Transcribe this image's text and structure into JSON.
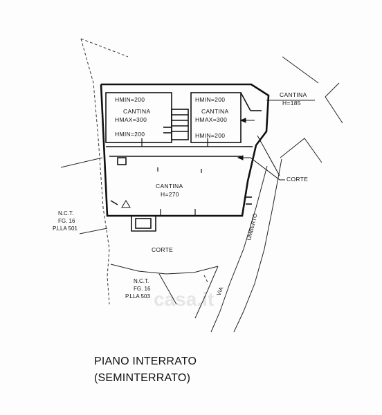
{
  "labels": {
    "hmin_left_top": "HMIN=200",
    "hmin_right_top": "HMIN=200",
    "cantina_left": "CANTINA",
    "hmax_left": "HMAX=300",
    "cantina_right": "CANTINA",
    "hmax_right": "HMAX=300",
    "hmin_left_bottom": "HMIN=200",
    "hmin_right_bottom": "HMIN=200",
    "cantina_ext": "CANTINA",
    "h185": "H=185",
    "corte_right": "CORTE",
    "cantina_main": "CANTINA",
    "h270": "H=270",
    "nct_left_1": "N.C.T.",
    "nct_left_2": "FG. 16",
    "nct_left_3": "P.LLA 501",
    "corte_bottom": "CORTE",
    "nct_bottom_1": "N.C.T.",
    "nct_bottom_2": "FG. 16",
    "nct_bottom_3": "P.LLA 503",
    "street_via": "VIA",
    "street_umberto": "UMBERTO",
    "watermark": "casa.it"
  },
  "title": {
    "line1": "PIANO INTERRATO",
    "line2": "(SEMINTERRATO)"
  }
}
